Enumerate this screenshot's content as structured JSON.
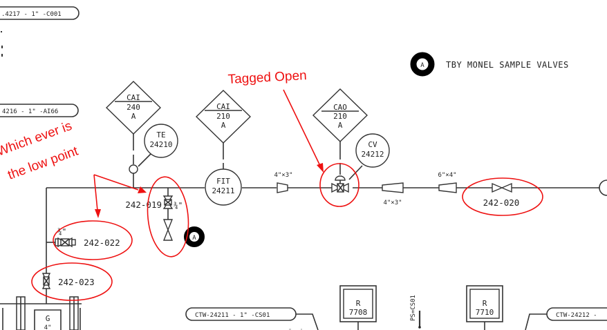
{
  "legend": {
    "symbol_letter": "A",
    "text": "TBY MONEL SAMPLE VALVES"
  },
  "line_tags": {
    "top_1": ".4217 -    1\"   -C001",
    "top_2": "4216 -    1\"   -AI66",
    "bottom_1": "CTW-24211 -    1\"   -CS01",
    "bottom_2": "CTW-24212 -"
  },
  "instruments": {
    "cai240": {
      "top": "CAI",
      "mid": "240",
      "bot": "A"
    },
    "cai210": {
      "top": "CAI",
      "mid": "210",
      "bot": "A"
    },
    "cao210": {
      "top": "CAO",
      "mid": "210",
      "bot": "A"
    },
    "te": {
      "top": "TE",
      "bot": "24210"
    },
    "fit": {
      "top": "FIT",
      "bot": "24211"
    },
    "cv": {
      "top": "CV",
      "bot": "24212"
    }
  },
  "reducers": {
    "r1": "4\"×3\"",
    "r2": "4\"×3\"",
    "r3": "6\"×4\""
  },
  "valves": {
    "v019": "242-019",
    "v019_size": "¾\"",
    "v020": "242-020",
    "v022": "242-022",
    "v022_size": "¾\"",
    "v023": "242-023",
    "sample_marker": "A"
  },
  "boxes": {
    "r7708": {
      "top": "R",
      "bot": "7708"
    },
    "r7710": {
      "top": "R",
      "bot": "7710"
    },
    "g": {
      "top": "G",
      "bot": "4\""
    }
  },
  "vertical_tag": "PS=CS01",
  "annotations": {
    "tagged_open": "Tagged Open",
    "low_point_1": "Which ever is",
    "low_point_2": "the low point"
  },
  "colors": {
    "annotation": "#ee1111",
    "line": "#333333"
  }
}
